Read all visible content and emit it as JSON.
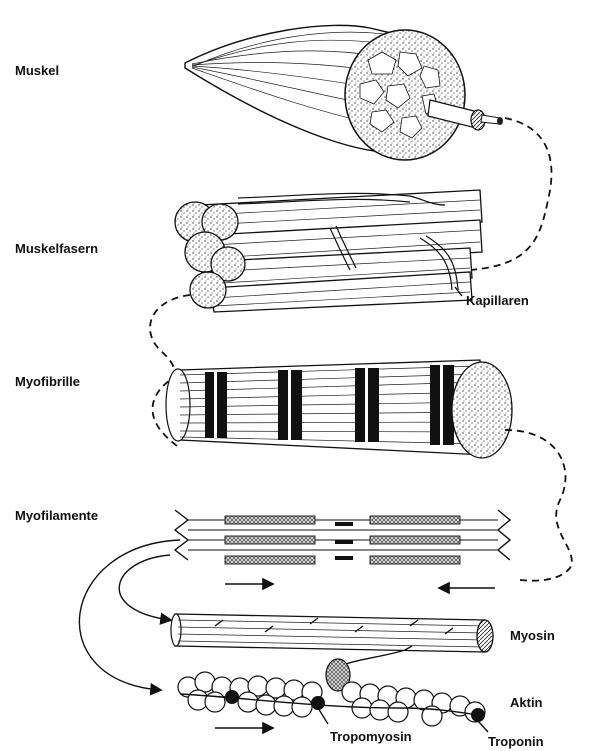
{
  "labels": {
    "muskel": "Muskel",
    "muskelfasern": "Muskelfasern",
    "kapillaren": "Kapillaren",
    "myofibrille": "Myofibrille",
    "myofilamente": "Myofilamente",
    "myosin": "Myosin",
    "aktin": "Aktin",
    "tropomyosin": "Tropomyosin",
    "troponin": "Troponin"
  }
}
